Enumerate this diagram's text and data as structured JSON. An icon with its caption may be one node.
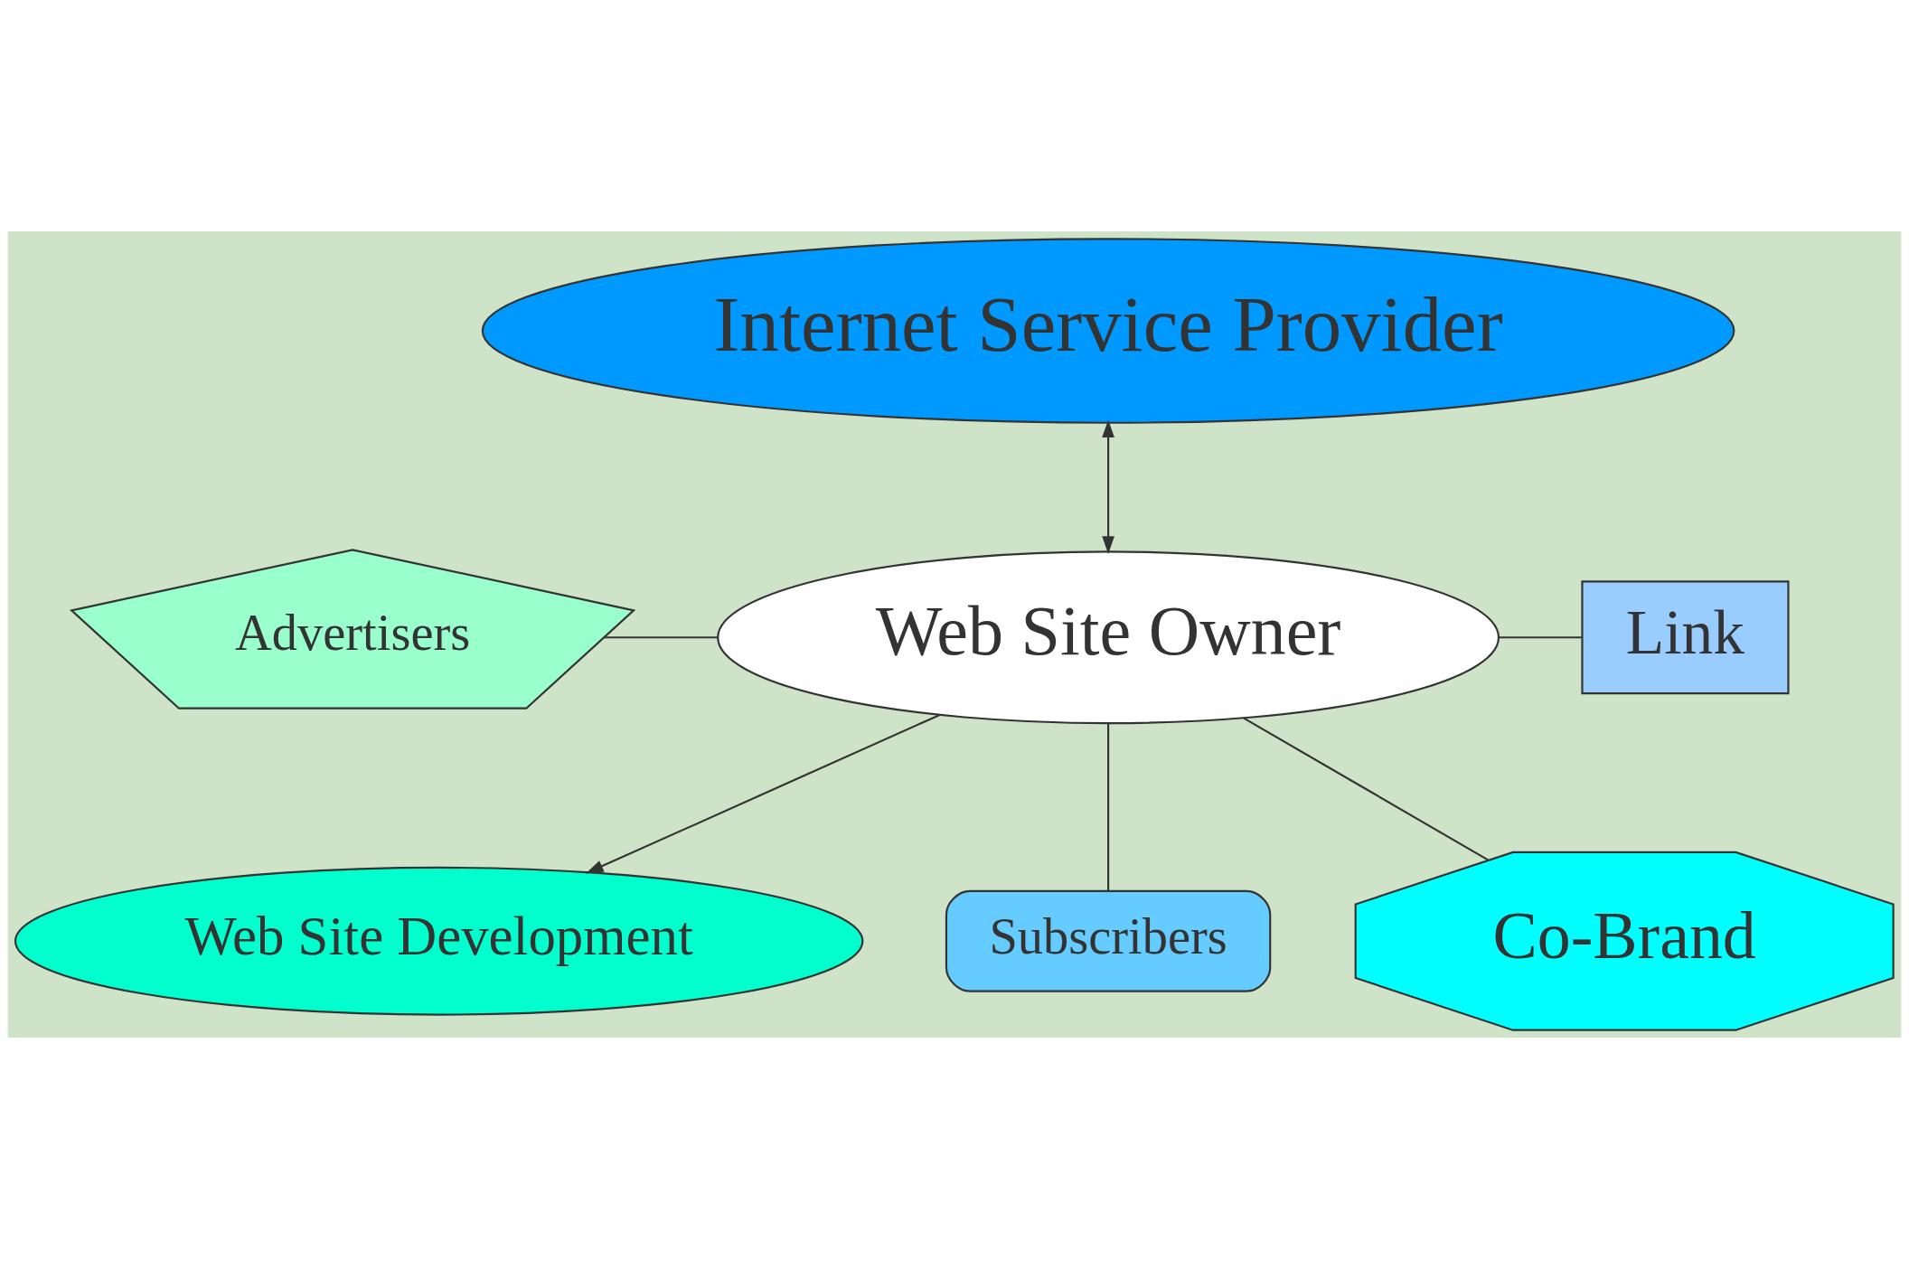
{
  "diagram": {
    "nodes": [
      {
        "text": [
          "Internet Service Provider"
        ]
      },
      {
        "text": [
          "Advertisers"
        ]
      },
      {
        "text": [
          "Web Site Owner"
        ]
      },
      {
        "text": [
          "Link"
        ]
      },
      {
        "text": [
          "Web Site Development"
        ]
      },
      {
        "text": [
          "Subscribers"
        ]
      },
      {
        "text": [
          "Co-Brand"
        ]
      }
    ],
    "edges": [
      {
        "from": 0,
        "to": 2,
        "arrow": "both"
      },
      {
        "from": 1,
        "to": 2,
        "arrow": "none"
      },
      {
        "from": 2,
        "to": 3,
        "arrow": "none"
      },
      {
        "from": 2,
        "to": 4,
        "arrow": "to"
      },
      {
        "from": 2,
        "to": 5,
        "arrow": "none"
      },
      {
        "from": 2,
        "to": 6,
        "arrow": "none"
      }
    ]
  }
}
